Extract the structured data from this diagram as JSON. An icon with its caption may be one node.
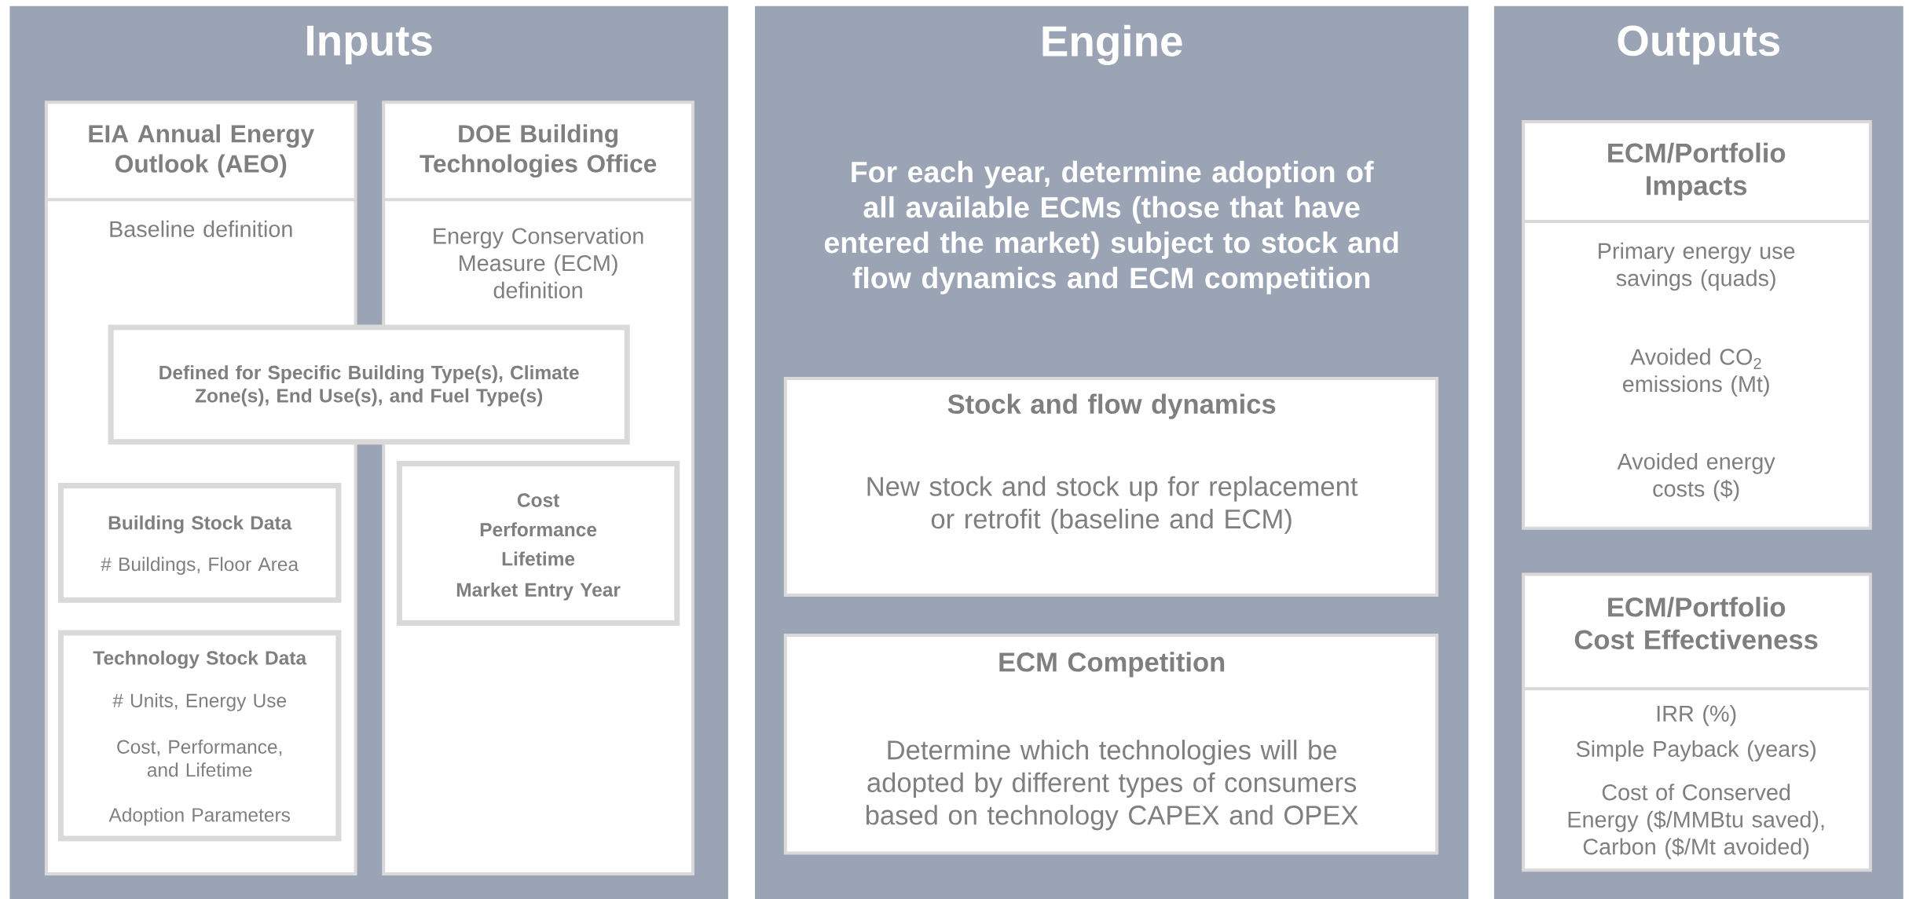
{
  "diagram": {
    "nodes": [
      {
        "text": [
          "Inputs"
        ]
      },
      {
        "text": [
          "EIA Annual Energy Outlook (AEO)",
          "Baseline definition"
        ],
        "in": 0
      },
      {
        "text": [
          "DOE Building Technologies Office",
          "Energy Conservation Measure (ECM) definition"
        ],
        "in": 0
      },
      {
        "text": [
          "Defined for Specific Building Type(s), Climate Zone(s), End Use(s), and Fuel Type(s)"
        ],
        "in": 0
      },
      {
        "text": [
          "Building Stock Data",
          "# Buildings, Floor Area"
        ],
        "in": 1
      },
      {
        "text": [
          "Technology Stock Data",
          "# Units, Energy Use",
          "Cost, Performance, and Lifetime",
          "Adoption Parameters"
        ],
        "in": 1
      },
      {
        "text": [
          "Cost",
          "Performance",
          "Lifetime",
          "Market Entry Year"
        ],
        "in": 2
      },
      {
        "text": [
          "Engine",
          "For each year, determine adoption of all available ECMs (those that have entered the market) subject to stock and flow dynamics and ECM competition"
        ]
      },
      {
        "text": [
          "Stock and flow dynamics",
          "New stock and stock up for replacement or retrofit (baseline and ECM)"
        ],
        "in": 7
      },
      {
        "text": [
          "ECM Competition",
          "Determine which technologies will be adopted by different types of consumers based on technology CAPEX and OPEX"
        ],
        "in": 7
      },
      {
        "text": [
          "Outputs"
        ]
      },
      {
        "text": [
          "ECM/Portfolio Impacts",
          "Primary energy use savings (quads)",
          "Avoided CO$_{2}$ emissions (Mt)",
          "Avoided energy costs ($)"
        ],
        "in": 10
      },
      {
        "text": [
          "ECM/Portfolio Cost Effectiveness",
          "IRR (%)",
          "Simple Payback (years)",
          "Cost of Conserved Energy ($/MMBtu saved), Carbon ($/Mt avoided)"
        ],
        "in": 10
      }
    ]
  }
}
